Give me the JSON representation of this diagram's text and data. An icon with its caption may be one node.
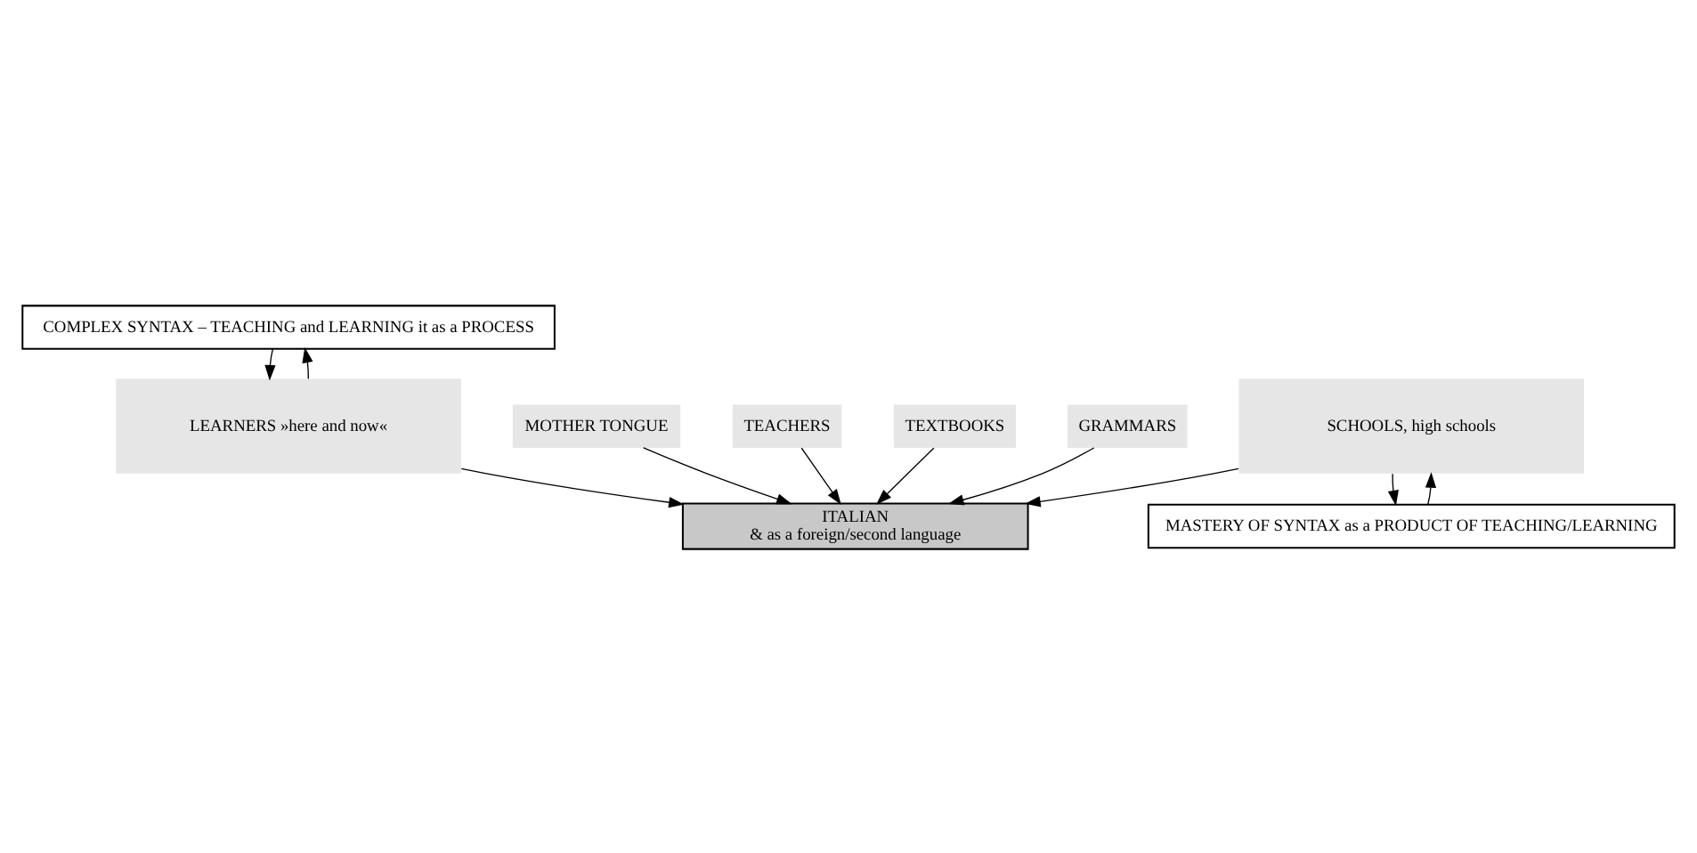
{
  "diagram": {
    "nodes": [
      {
        "text": [
          "COMPLEX SYNTAX – TEACHING and LEARNING it as a PROCESS"
        ]
      },
      {
        "text": [
          "LEARNERS »here and now«"
        ]
      },
      {
        "text": [
          "MOTHER TONGUE"
        ]
      },
      {
        "text": [
          "TEACHERS"
        ]
      },
      {
        "text": [
          "ITALIAN",
          "& as a foreign/second language"
        ]
      },
      {
        "text": [
          "TEXTBOOKS"
        ]
      },
      {
        "text": [
          "GRAMMARS"
        ]
      },
      {
        "text": [
          "SCHOOLS, high schools"
        ]
      },
      {
        "text": [
          "MASTERY OF SYNTAX as a PRODUCT OF TEACHING/LEARNING"
        ]
      }
    ],
    "edges": [
      {
        "from": 1,
        "to": 0,
        "arrow": "to"
      },
      {
        "from": 0,
        "to": 1,
        "arrow": "to"
      },
      {
        "from": 2,
        "to": 4,
        "arrow": "to"
      },
      {
        "from": 1,
        "to": 4,
        "arrow": "to"
      },
      {
        "from": 3,
        "to": 4,
        "arrow": "to"
      },
      {
        "from": 5,
        "to": 4,
        "arrow": "to"
      },
      {
        "from": 7,
        "to": 4,
        "arrow": "to"
      },
      {
        "from": 6,
        "to": 4,
        "arrow": "to"
      },
      {
        "from": 8,
        "to": 7,
        "arrow": "to"
      },
      {
        "from": 7,
        "to": 8,
        "arrow": "to"
      }
    ]
  }
}
